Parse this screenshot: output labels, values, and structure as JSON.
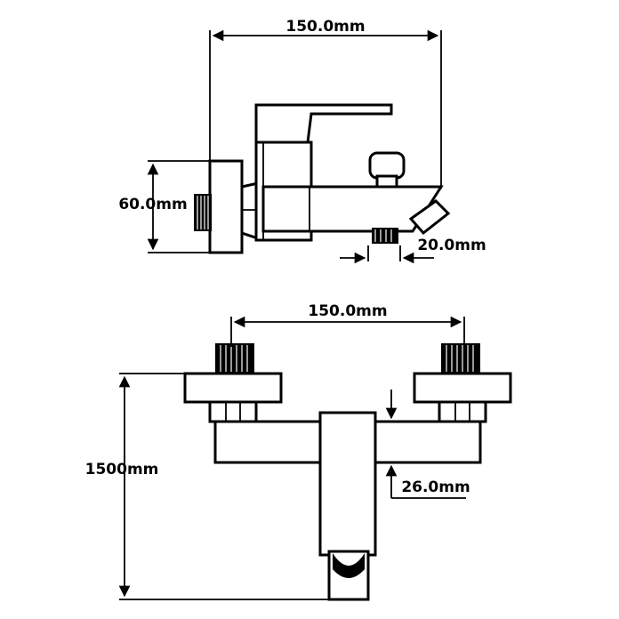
{
  "dimensions": {
    "top_width": "150.0mm",
    "side_height": "60.0mm",
    "spout_width": "20.0mm",
    "front_width": "150.0mm",
    "front_height": "1500mm",
    "body_depth": "26.0mm"
  },
  "colors": {
    "line": "#000000",
    "background": "#ffffff"
  }
}
